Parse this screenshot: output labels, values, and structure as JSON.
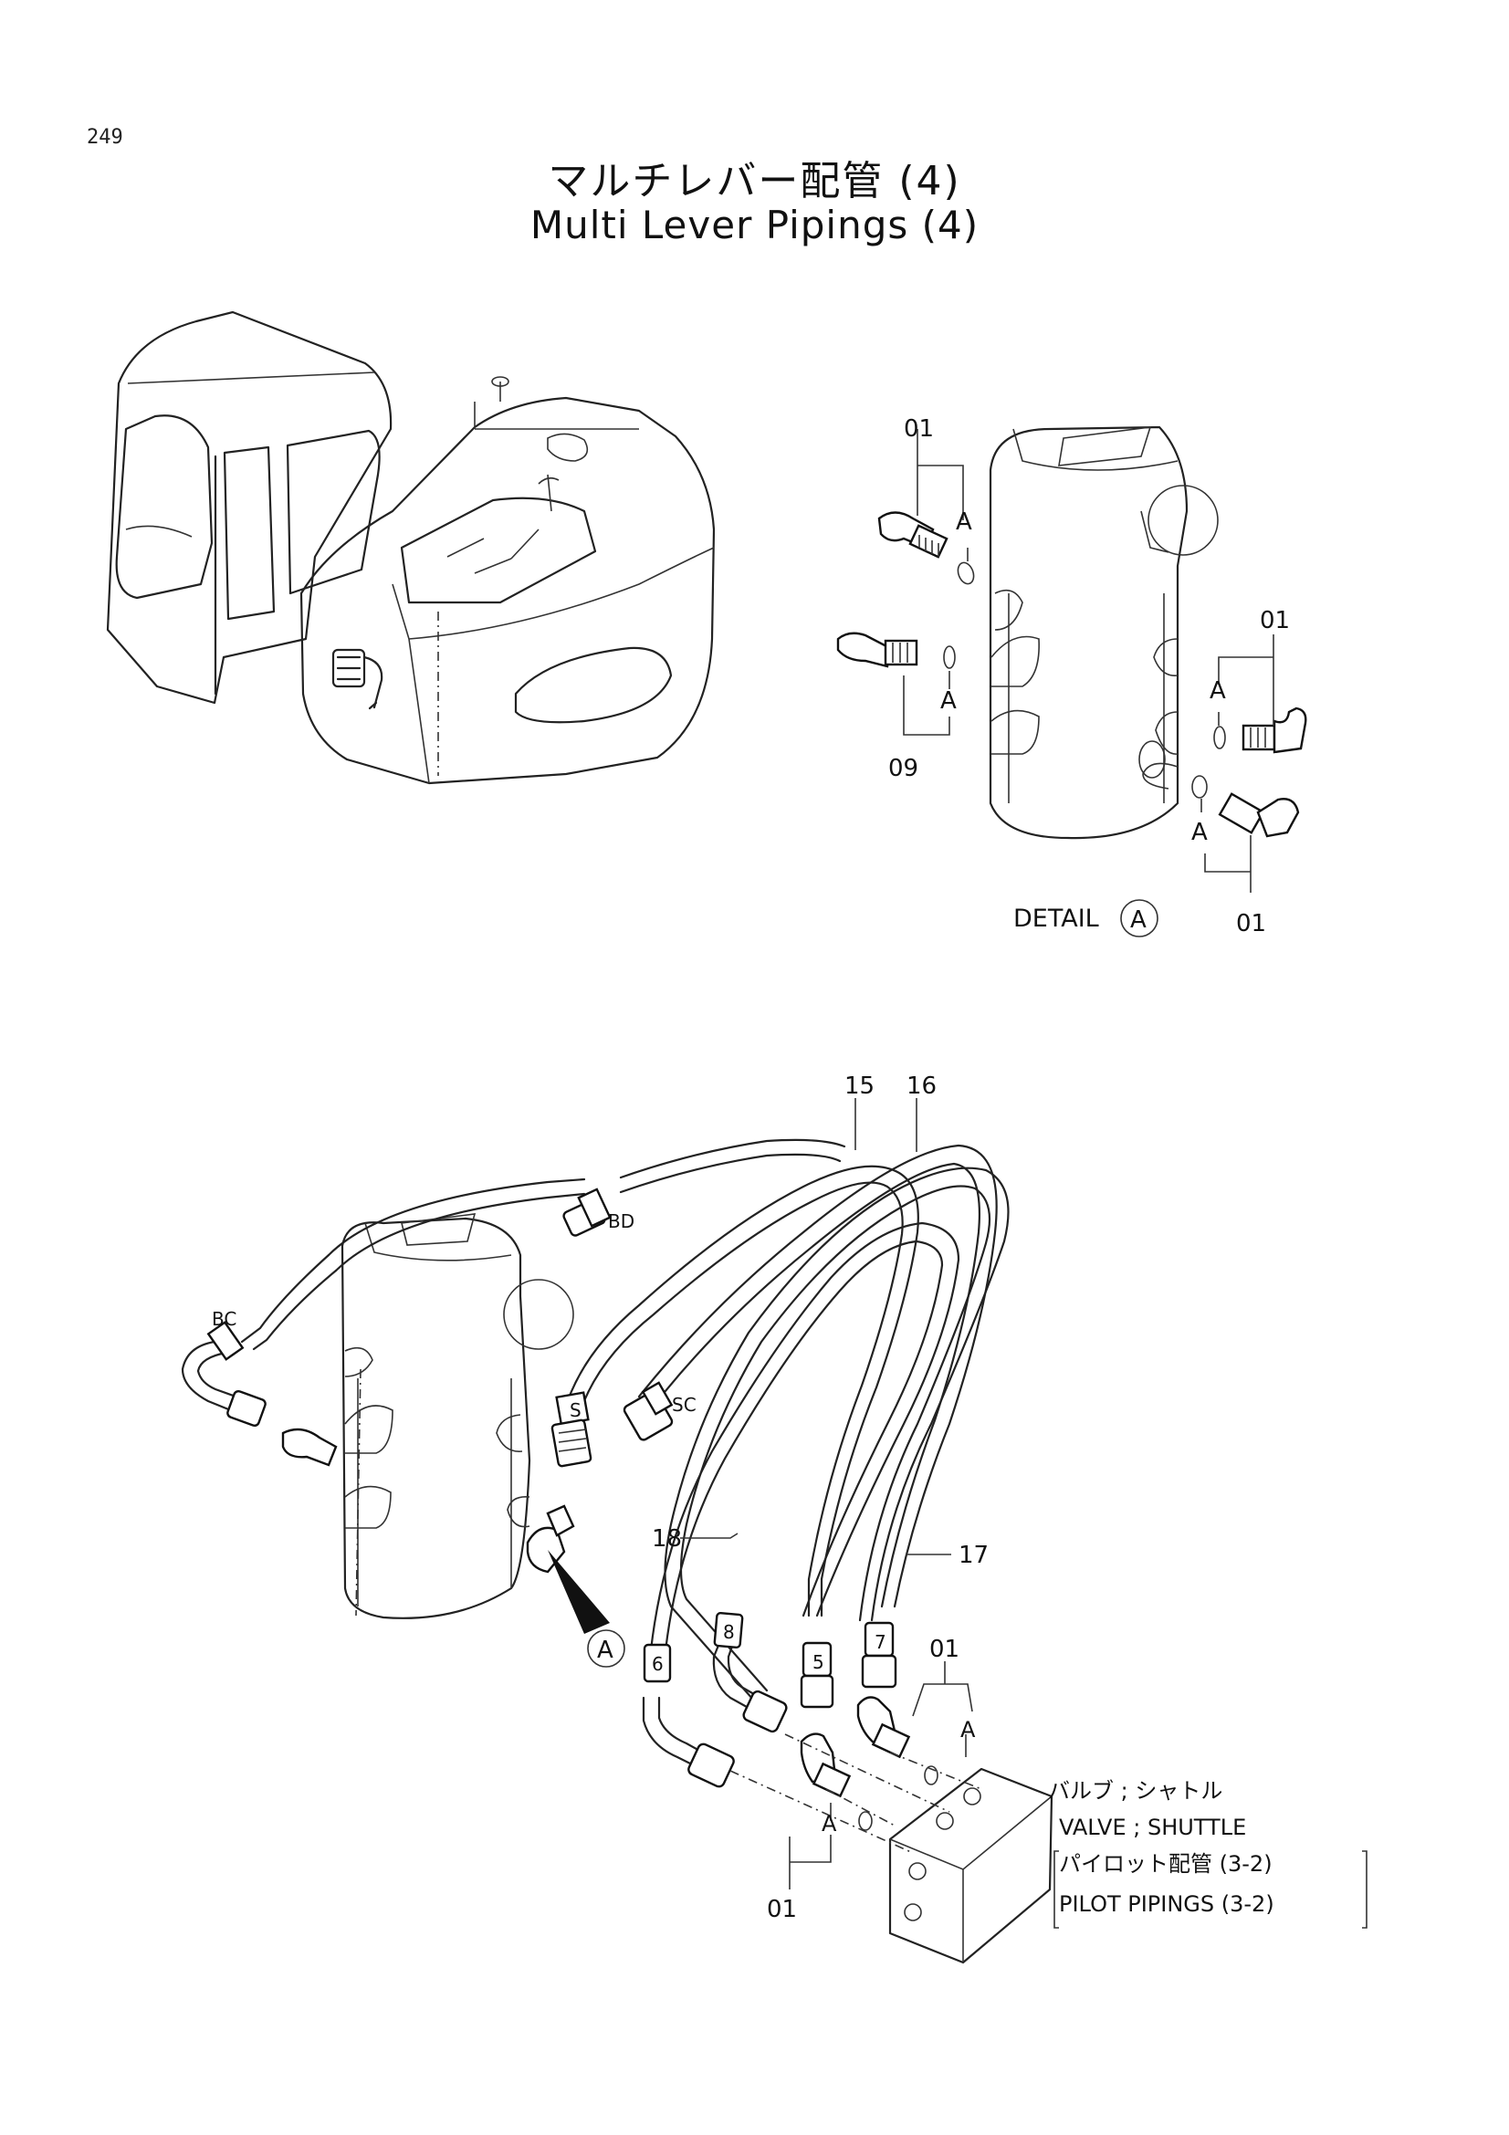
{
  "page_number": "249",
  "title": {
    "jp": "マルチレバー配管 (4)",
    "en": "Multi Lever Pipings (4)"
  },
  "detail": {
    "caption": "DETAIL",
    "marker": "A",
    "callouts": {
      "top_left": "01",
      "right": "01",
      "left": "09",
      "bottom_right": "01",
      "a1": "A",
      "a2": "A",
      "a3": "A",
      "a4": "A"
    }
  },
  "main": {
    "callouts": {
      "p15": "15",
      "p16": "16",
      "p17": "17",
      "p18": "18",
      "p01_upper": "01",
      "p01_lower": "01",
      "a_upper": "A",
      "a_lower": "A",
      "detail_marker": "A"
    },
    "port_labels": {
      "bd": "BD",
      "bc": "BC",
      "s": "S",
      "sc": "SC",
      "p6": "6",
      "p8": "8",
      "p5": "5",
      "p7": "7"
    },
    "notes": {
      "valve_jp": "バルブ ; シャトル",
      "valve_en": "VALVE ; SHUTTLE",
      "pilot_jp": "パイロット配管 (3-2)",
      "pilot_en": "PILOT  PIPINGS  (3-2)"
    }
  }
}
